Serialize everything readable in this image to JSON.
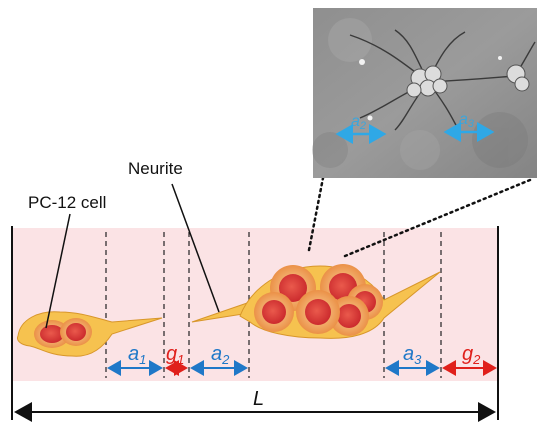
{
  "labels": {
    "cell": "PC-12 cell",
    "neurite": "Neurite",
    "length": "L"
  },
  "segments": [
    {
      "base": "a",
      "sub": "1",
      "color": "#1f78c8"
    },
    {
      "base": "g",
      "sub": "1",
      "color": "#e0201b"
    },
    {
      "base": "a",
      "sub": "2",
      "color": "#1f78c8"
    },
    {
      "base": "a",
      "sub": "3",
      "color": "#1f78c8"
    },
    {
      "base": "g",
      "sub": "2",
      "color": "#e0201b"
    }
  ],
  "inset": {
    "labels": [
      {
        "base": "a",
        "sub": "2"
      },
      {
        "base": "a",
        "sub": "3"
      }
    ],
    "arrow_color": "#2fa8e6"
  },
  "colors": {
    "channel": "#fbe3e5",
    "cell_outer": "#f1a35c",
    "cell_inner": "#e1463b",
    "neurite": "#f3b640",
    "a_arrow": "#1f78c8",
    "g_arrow": "#e0201b"
  }
}
